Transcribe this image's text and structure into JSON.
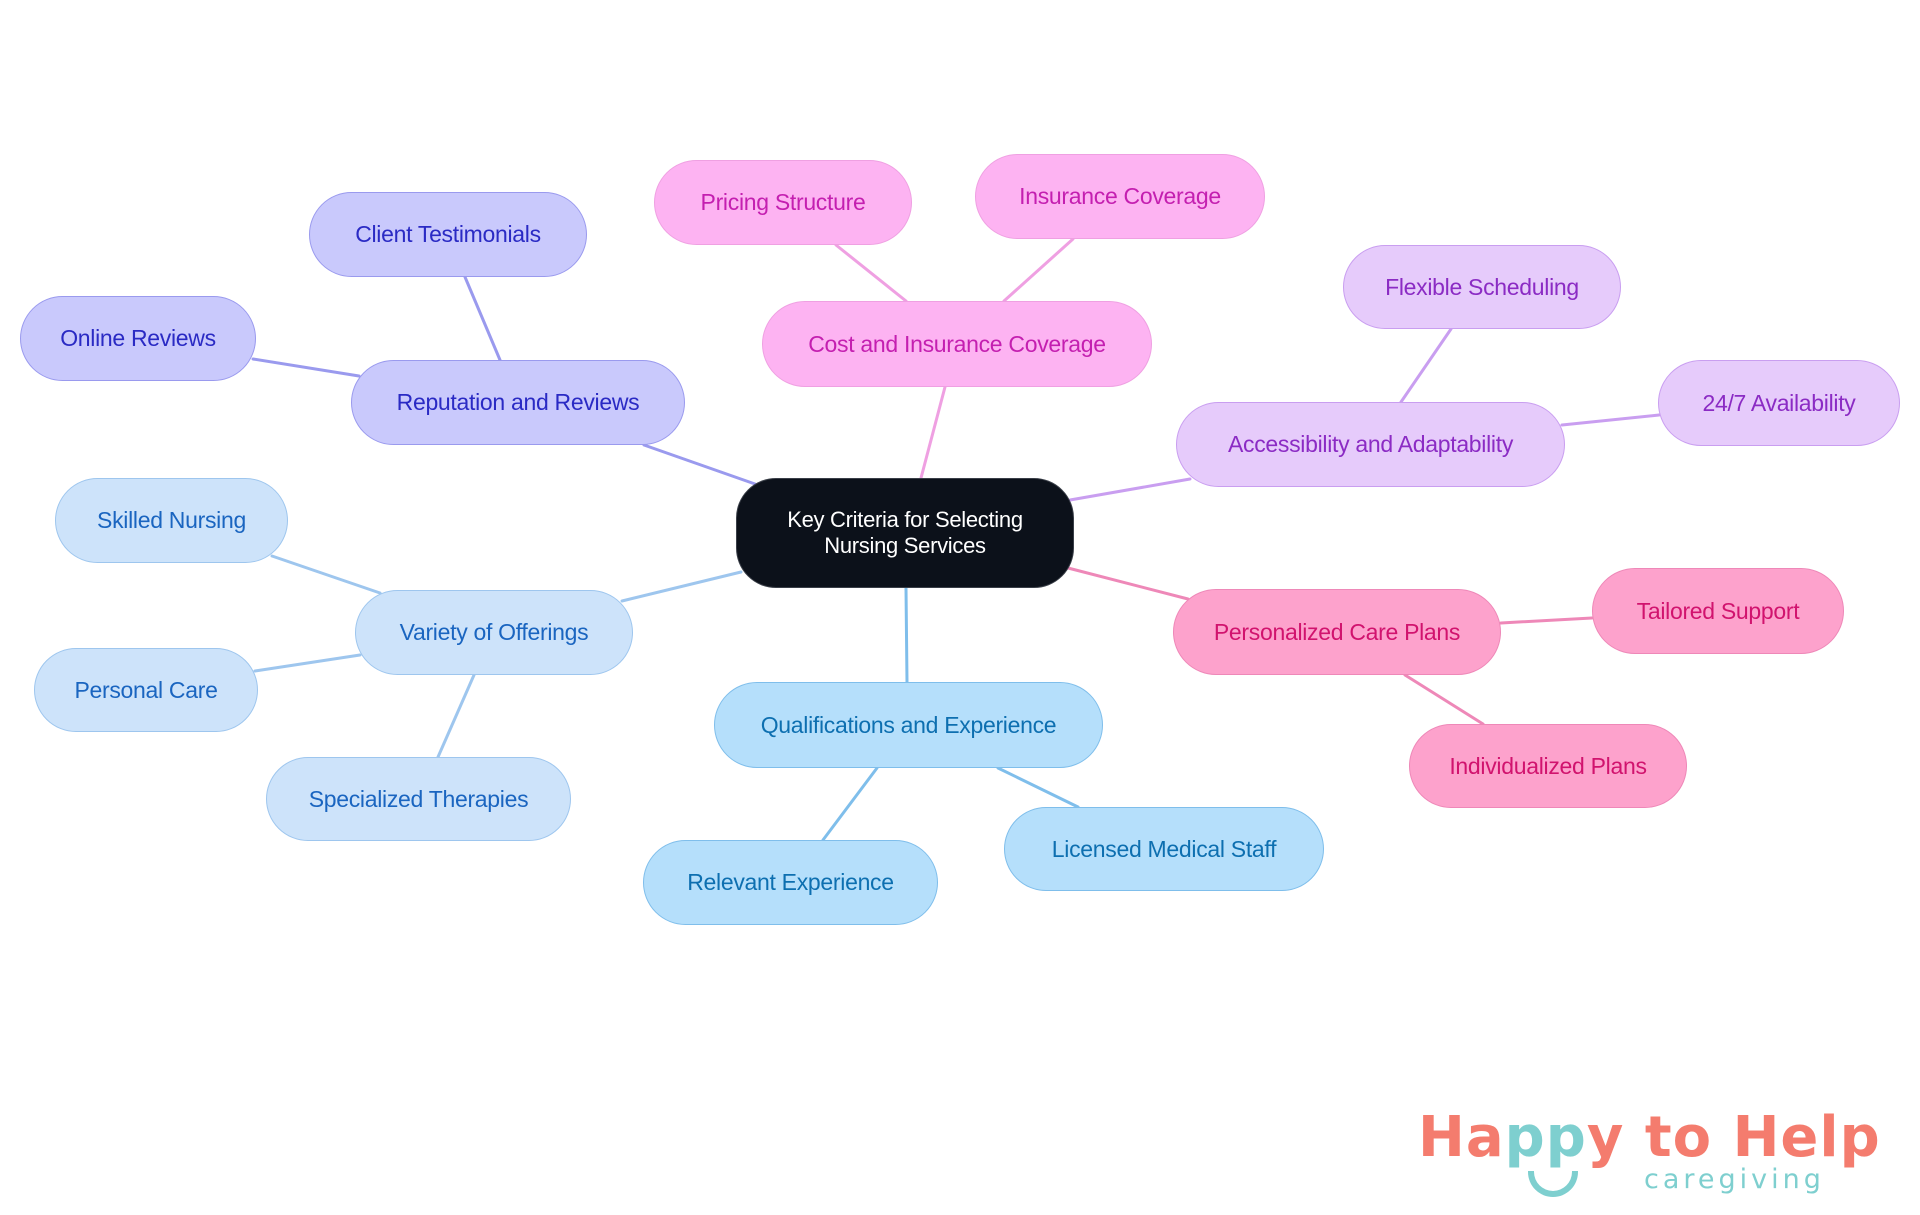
{
  "diagram": {
    "root": {
      "label": "Key Criteria for Selecting Nursing Services"
    },
    "branches": [
      {
        "id": "reputation",
        "label": "Reputation and Reviews",
        "colors": {
          "fill": "#C9C9FC",
          "stroke": "#9A9AEE",
          "text": "#2A2AC4",
          "edge": "#9A9AEE"
        },
        "children": [
          {
            "label": "Client Testimonials"
          },
          {
            "label": "Online Reviews"
          }
        ]
      },
      {
        "id": "cost",
        "label": "Cost and Insurance Coverage",
        "colors": {
          "fill": "#FDB3F2",
          "stroke": "#EFA0E2",
          "text": "#C41FB0",
          "edge": "#EFA0E2"
        },
        "children": [
          {
            "label": "Pricing Structure"
          },
          {
            "label": "Insurance Coverage"
          }
        ]
      },
      {
        "id": "accessibility",
        "label": "Accessibility and Adaptability",
        "colors": {
          "fill": "#E6CBFB",
          "stroke": "#C99EF0",
          "text": "#8B2BC4",
          "edge": "#C99EF0"
        },
        "children": [
          {
            "label": "Flexible Scheduling"
          },
          {
            "label": "24/7 Availability"
          }
        ]
      },
      {
        "id": "personalized",
        "label": "Personalized Care Plans",
        "colors": {
          "fill": "#FDA2CC",
          "stroke": "#EE88B8",
          "text": "#D1136E",
          "edge": "#EE88B8"
        },
        "children": [
          {
            "label": "Tailored Support"
          },
          {
            "label": "Individualized Plans"
          }
        ]
      },
      {
        "id": "qualifications",
        "label": "Qualifications and Experience",
        "colors": {
          "fill": "#B5DFFB",
          "stroke": "#7FBEEB",
          "text": "#0D6FB0",
          "edge": "#7FBEEB"
        },
        "children": [
          {
            "label": "Relevant Experience"
          },
          {
            "label": "Licensed Medical Staff"
          }
        ]
      },
      {
        "id": "variety",
        "label": "Variety of Offerings",
        "colors": {
          "fill": "#CDE3FA",
          "stroke": "#9EC6EE",
          "text": "#1A65C0",
          "edge": "#9EC6EE"
        },
        "children": [
          {
            "label": "Skilled Nursing"
          },
          {
            "label": "Personal Care"
          },
          {
            "label": "Specialized Therapies"
          }
        ]
      }
    ]
  },
  "logo": {
    "part1": "Ha",
    "part2": "pp",
    "part3": "y to Help",
    "tagline": "caregiving",
    "colors": {
      "primary": "#F47C6E",
      "secondary": "#7ECFCF"
    }
  }
}
